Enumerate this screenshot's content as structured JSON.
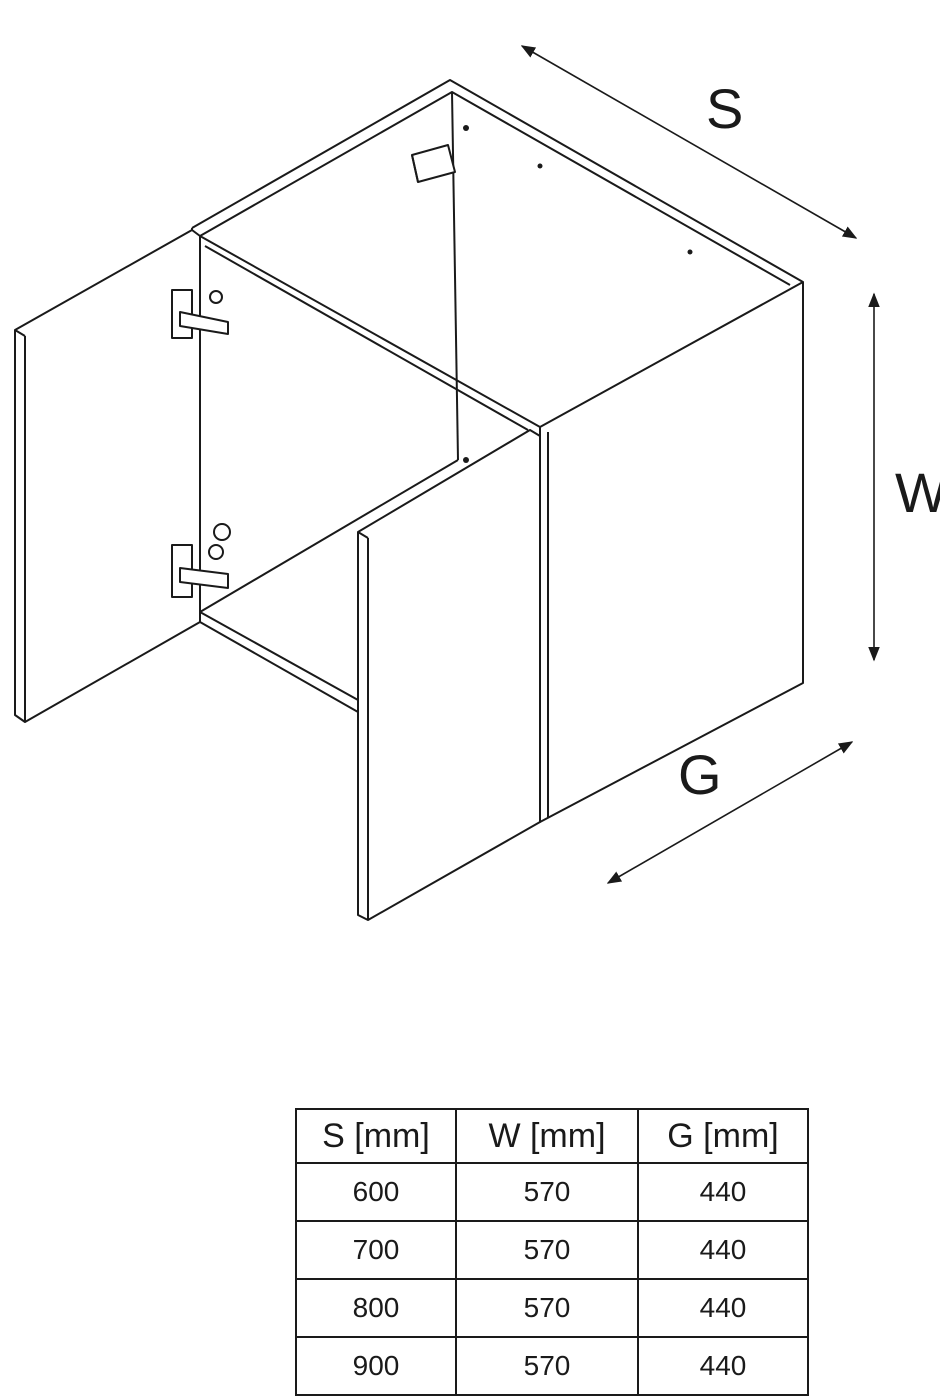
{
  "diagram": {
    "labels": {
      "width": "S",
      "height": "W",
      "depth": "G"
    }
  },
  "table": {
    "headers": [
      "S [mm]",
      "W [mm]",
      "G [mm]"
    ],
    "rows": [
      [
        "600",
        "570",
        "440"
      ],
      [
        "700",
        "570",
        "440"
      ],
      [
        "800",
        "570",
        "440"
      ],
      [
        "900",
        "570",
        "440"
      ]
    ]
  }
}
